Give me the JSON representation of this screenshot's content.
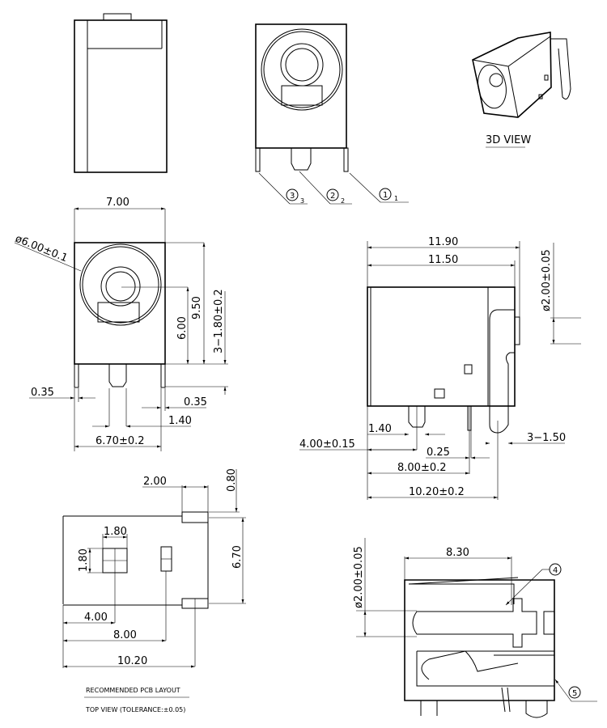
{
  "drawing": {
    "views": {
      "three_d_label": "3D VIEW",
      "pcb_caption": "RECOMMENDED PCB LAYOUT",
      "pcb_subcaption": "TOP VIEW (TOLERANCE:±0.05)"
    },
    "balloons": [
      {
        "num": "1",
        "sub": "1"
      },
      {
        "num": "2",
        "sub": "2"
      },
      {
        "num": "3",
        "sub": "3"
      },
      {
        "num": "4"
      },
      {
        "num": "5"
      }
    ],
    "front_dims": {
      "width": "7.00",
      "diameter": "ø6.00±0.1",
      "height": "9.50",
      "center_height": "6.00",
      "pin_length": "3−1.80±0.2",
      "pin_left": "0.35",
      "pin_right": "0.35",
      "center_pin": "1.40",
      "pin_span": "6.70±0.2"
    },
    "side_dims": {
      "overall": "11.90",
      "body": "11.50",
      "pin_dia": "ø2.00±0.05",
      "pin_width": "1.40",
      "pin_pos": "4.00±0.15",
      "tab": "0.25",
      "tab_pos": "8.00±0.2",
      "rear_pos": "10.20±0.2",
      "rear_pin": "3−1.50"
    },
    "pcb_dims": {
      "pad_len": "2.00",
      "pad_w": "0.80",
      "pad_span": "6.70",
      "sq_w": "1.80",
      "sq_h": "1.80",
      "d1": "4.00",
      "d2": "8.00",
      "d3": "10.20"
    },
    "section_dims": {
      "depth": "8.30",
      "pin_dia": "ø2.00±0.05"
    }
  }
}
